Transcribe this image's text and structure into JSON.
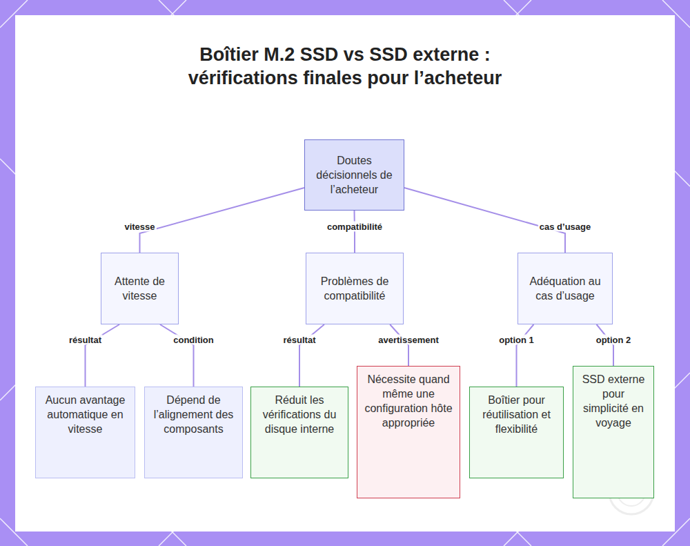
{
  "diagram": {
    "title": "Boîtier M.2 SSD vs SSD externe : vérifications finales pour l’acheteur",
    "nodes": [
      {
        "text": [
          "Doutes décisionnels de l’acheteur"
        ]
      },
      {
        "text": [
          "Attente de vitesse"
        ]
      },
      {
        "text": [
          "Problèmes de compatibilité"
        ]
      },
      {
        "text": [
          "Adéquation au cas d’usage"
        ]
      },
      {
        "text": [
          "Aucun avantage automatique en vitesse"
        ]
      },
      {
        "text": [
          "Dépend de l’alignement des composants"
        ]
      },
      {
        "text": [
          "Réduit les vérifications du disque interne"
        ]
      },
      {
        "text": [
          "Nécessite quand même une configuration hôte appropriée"
        ]
      },
      {
        "text": [
          "Boîtier pour réutilisation et flexibilité"
        ]
      },
      {
        "text": [
          "SSD externe pour simplicité en voyage"
        ]
      }
    ],
    "edges": [
      {
        "from": 0,
        "to": 1,
        "label": "vitesse",
        "arrow": "none"
      },
      {
        "from": 0,
        "to": 2,
        "label": "compatibilité",
        "arrow": "none"
      },
      {
        "from": 0,
        "to": 3,
        "label": "cas d’usage",
        "arrow": "none"
      },
      {
        "from": 1,
        "to": 4,
        "label": "résultat",
        "arrow": "none"
      },
      {
        "from": 1,
        "to": 5,
        "label": "condition",
        "arrow": "none"
      },
      {
        "from": 2,
        "to": 6,
        "label": "résultat",
        "arrow": "none"
      },
      {
        "from": 2,
        "to": 7,
        "label": "avertissement",
        "arrow": "none"
      },
      {
        "from": 3,
        "to": 8,
        "label": "option 1",
        "arrow": "none"
      },
      {
        "from": 3,
        "to": 9,
        "label": "option 2",
        "arrow": "none"
      }
    ]
  }
}
